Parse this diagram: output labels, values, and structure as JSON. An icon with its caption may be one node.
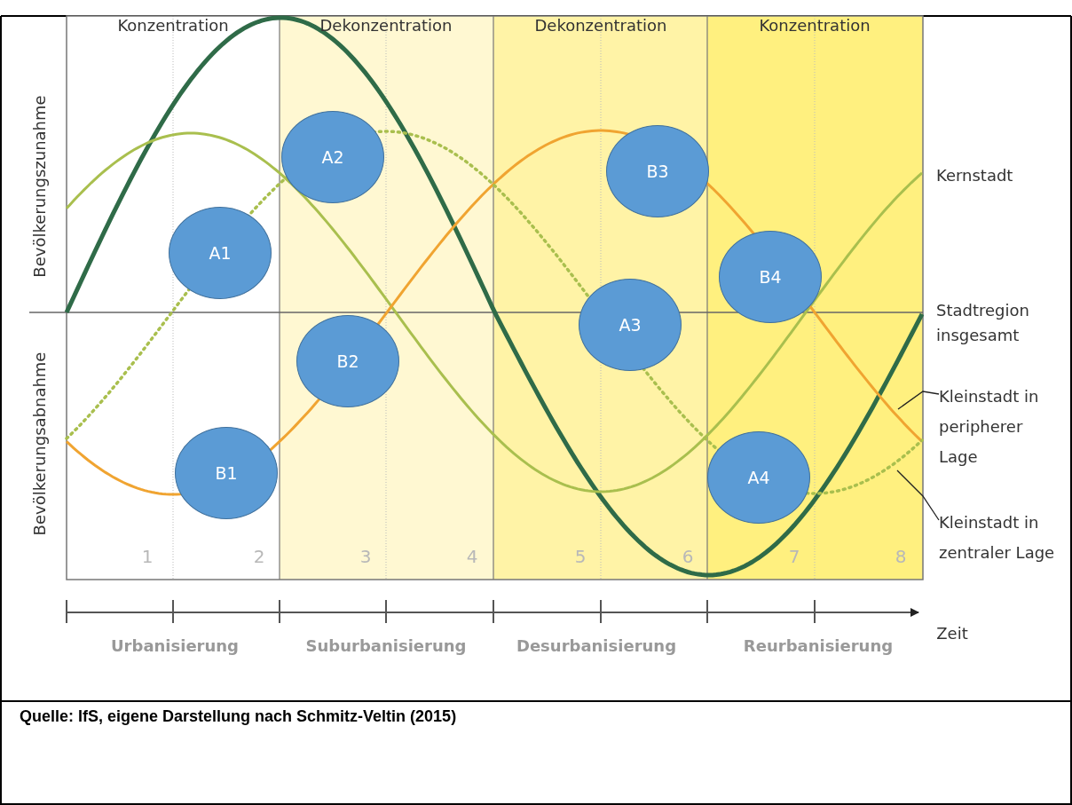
{
  "diagram": {
    "caption": "Quelle: IfS, eigene Darstellung nach Schmitz-Veltin (2015)",
    "nodes": [
      {
        "text": [
          "A2"
        ]
      },
      {
        "text": [
          "B3"
        ]
      },
      {
        "text": [
          "A1"
        ]
      },
      {
        "text": [
          "B4"
        ]
      },
      {
        "text": [
          "A3"
        ]
      },
      {
        "text": [
          "B2"
        ]
      },
      {
        "text": [
          "B1"
        ]
      },
      {
        "text": [
          "A4"
        ]
      },
      {
        "text": [
          "Kleinstadt in peripherer Lage"
        ]
      },
      {
        "text": [
          "Kleinstadt in zentraler Lage"
        ]
      }
    ],
    "edges": [
      {
        "from": 8,
        "to": null,
        "arrow": "none"
      },
      {
        "from": 9,
        "to": null,
        "arrow": "none"
      }
    ],
    "labels": [
      "Konzentration",
      "Dekonzentration",
      "Dekonzentration",
      "Konzentration",
      "Bevölkerungszunahme",
      "Bevölkerungsabnahme",
      "Kernstadt",
      "Stadtregion insgesamt",
      "1",
      "2",
      "3",
      "4",
      "5",
      "6",
      "7",
      "8",
      "Urbanisierung",
      "Suburbanisierung",
      "Desurbanisierung",
      "Reurbanisierung",
      "Zeit"
    ]
  }
}
